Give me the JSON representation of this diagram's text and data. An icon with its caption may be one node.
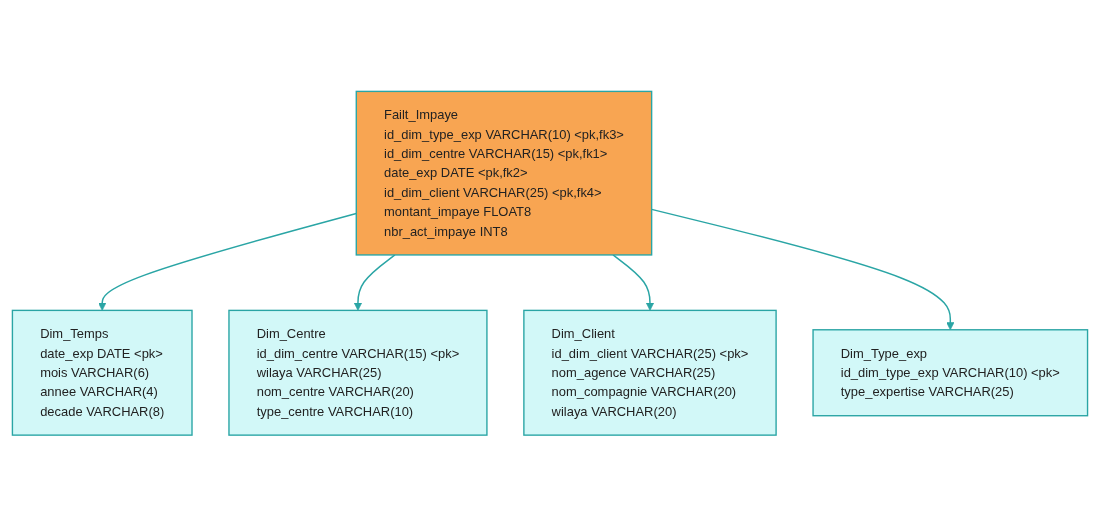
{
  "diagram": {
    "nodes": [
      {
        "text": [
          "Dim_Temps",
          "date_exp DATE <pk>",
          "mois VARCHAR(6)",
          "annee VARCHAR(4)",
          "decade VARCHAR(8)"
        ]
      },
      {
        "text": [
          "Dim_Centre",
          "id_dim_centre VARCHAR(15) <pk>",
          "wilaya VARCHAR(25)",
          "nom_centre VARCHAR(20)",
          "type_centre VARCHAR(10)"
        ]
      },
      {
        "text": [
          "Failt_Impaye",
          "id_dim_type_exp VARCHAR(10) <pk,fk3>",
          "id_dim_centre VARCHAR(15) <pk,fk1>",
          "date_exp DATE <pk,fk2>",
          "id_dim_client VARCHAR(25) <pk,fk4>",
          "montant_impaye FLOAT8",
          "nbr_act_impaye INT8"
        ]
      },
      {
        "text": [
          "Dim_Client",
          "id_dim_client VARCHAR(25) <pk>",
          "nom_agence VARCHAR(25)",
          "nom_compagnie VARCHAR(20)",
          "wilaya VARCHAR(20)"
        ]
      },
      {
        "text": [
          "Dim_Type_exp",
          "id_dim_type_exp VARCHAR(10) <pk>",
          "type_expertise VARCHAR(25)"
        ]
      }
    ],
    "edges": [
      {
        "from": 2,
        "to": 0,
        "arrow": "to"
      },
      {
        "from": 2,
        "to": 1,
        "arrow": "to"
      },
      {
        "from": 2,
        "to": 3,
        "arrow": "to"
      },
      {
        "from": 2,
        "to": 4,
        "arrow": "to"
      }
    ]
  }
}
